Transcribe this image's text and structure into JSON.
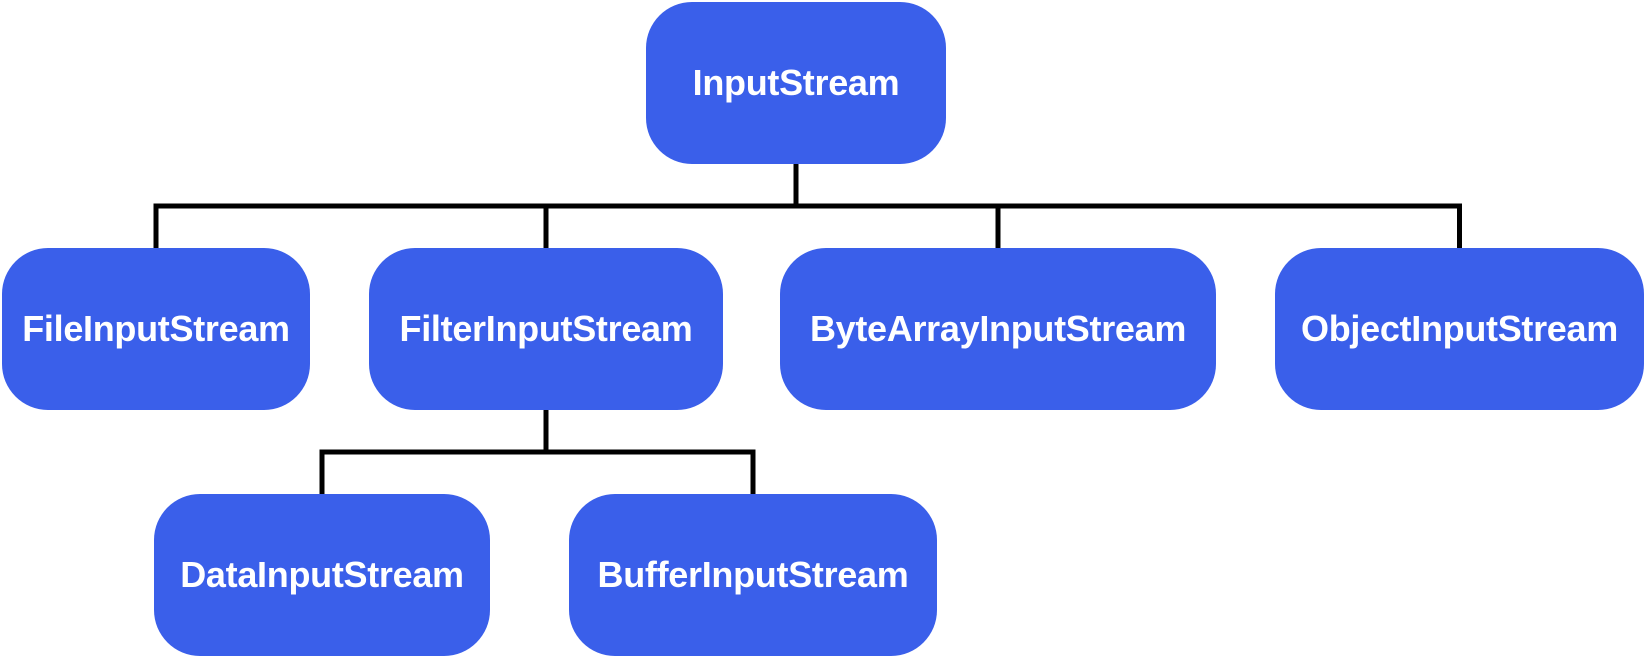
{
  "theme": {
    "node_fill": "#3a5fea",
    "node_text": "#ffffff",
    "connector": "#000000"
  },
  "nodes": {
    "root": {
      "label": "InputStream"
    },
    "file": {
      "label": "FileInputStream"
    },
    "filter": {
      "label": "FilterInputStream"
    },
    "byte": {
      "label": "ByteArrayInputStream"
    },
    "object": {
      "label": "ObjectInputStream"
    },
    "data": {
      "label": "DataInputStream"
    },
    "buffer": {
      "label": "BufferInputStream"
    }
  },
  "edges": [
    {
      "from": "root",
      "to": "file"
    },
    {
      "from": "root",
      "to": "filter"
    },
    {
      "from": "root",
      "to": "byte"
    },
    {
      "from": "root",
      "to": "object"
    },
    {
      "from": "filter",
      "to": "data"
    },
    {
      "from": "filter",
      "to": "buffer"
    }
  ]
}
